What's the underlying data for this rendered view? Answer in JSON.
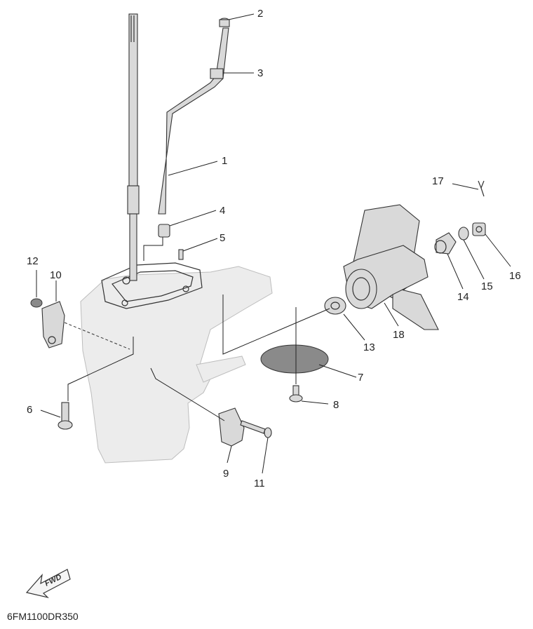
{
  "diagram_code": "6FM1100DR350",
  "direction_label": "FWD",
  "colors": {
    "ink": "#333333",
    "ghost_fill": "#ececec",
    "part_fill": "#d9d9d9"
  },
  "callouts": [
    "1",
    "2",
    "3",
    "4",
    "5",
    "6",
    "7",
    "8",
    "9",
    "10",
    "11",
    "12",
    "13",
    "14",
    "15",
    "16",
    "17",
    "18"
  ]
}
